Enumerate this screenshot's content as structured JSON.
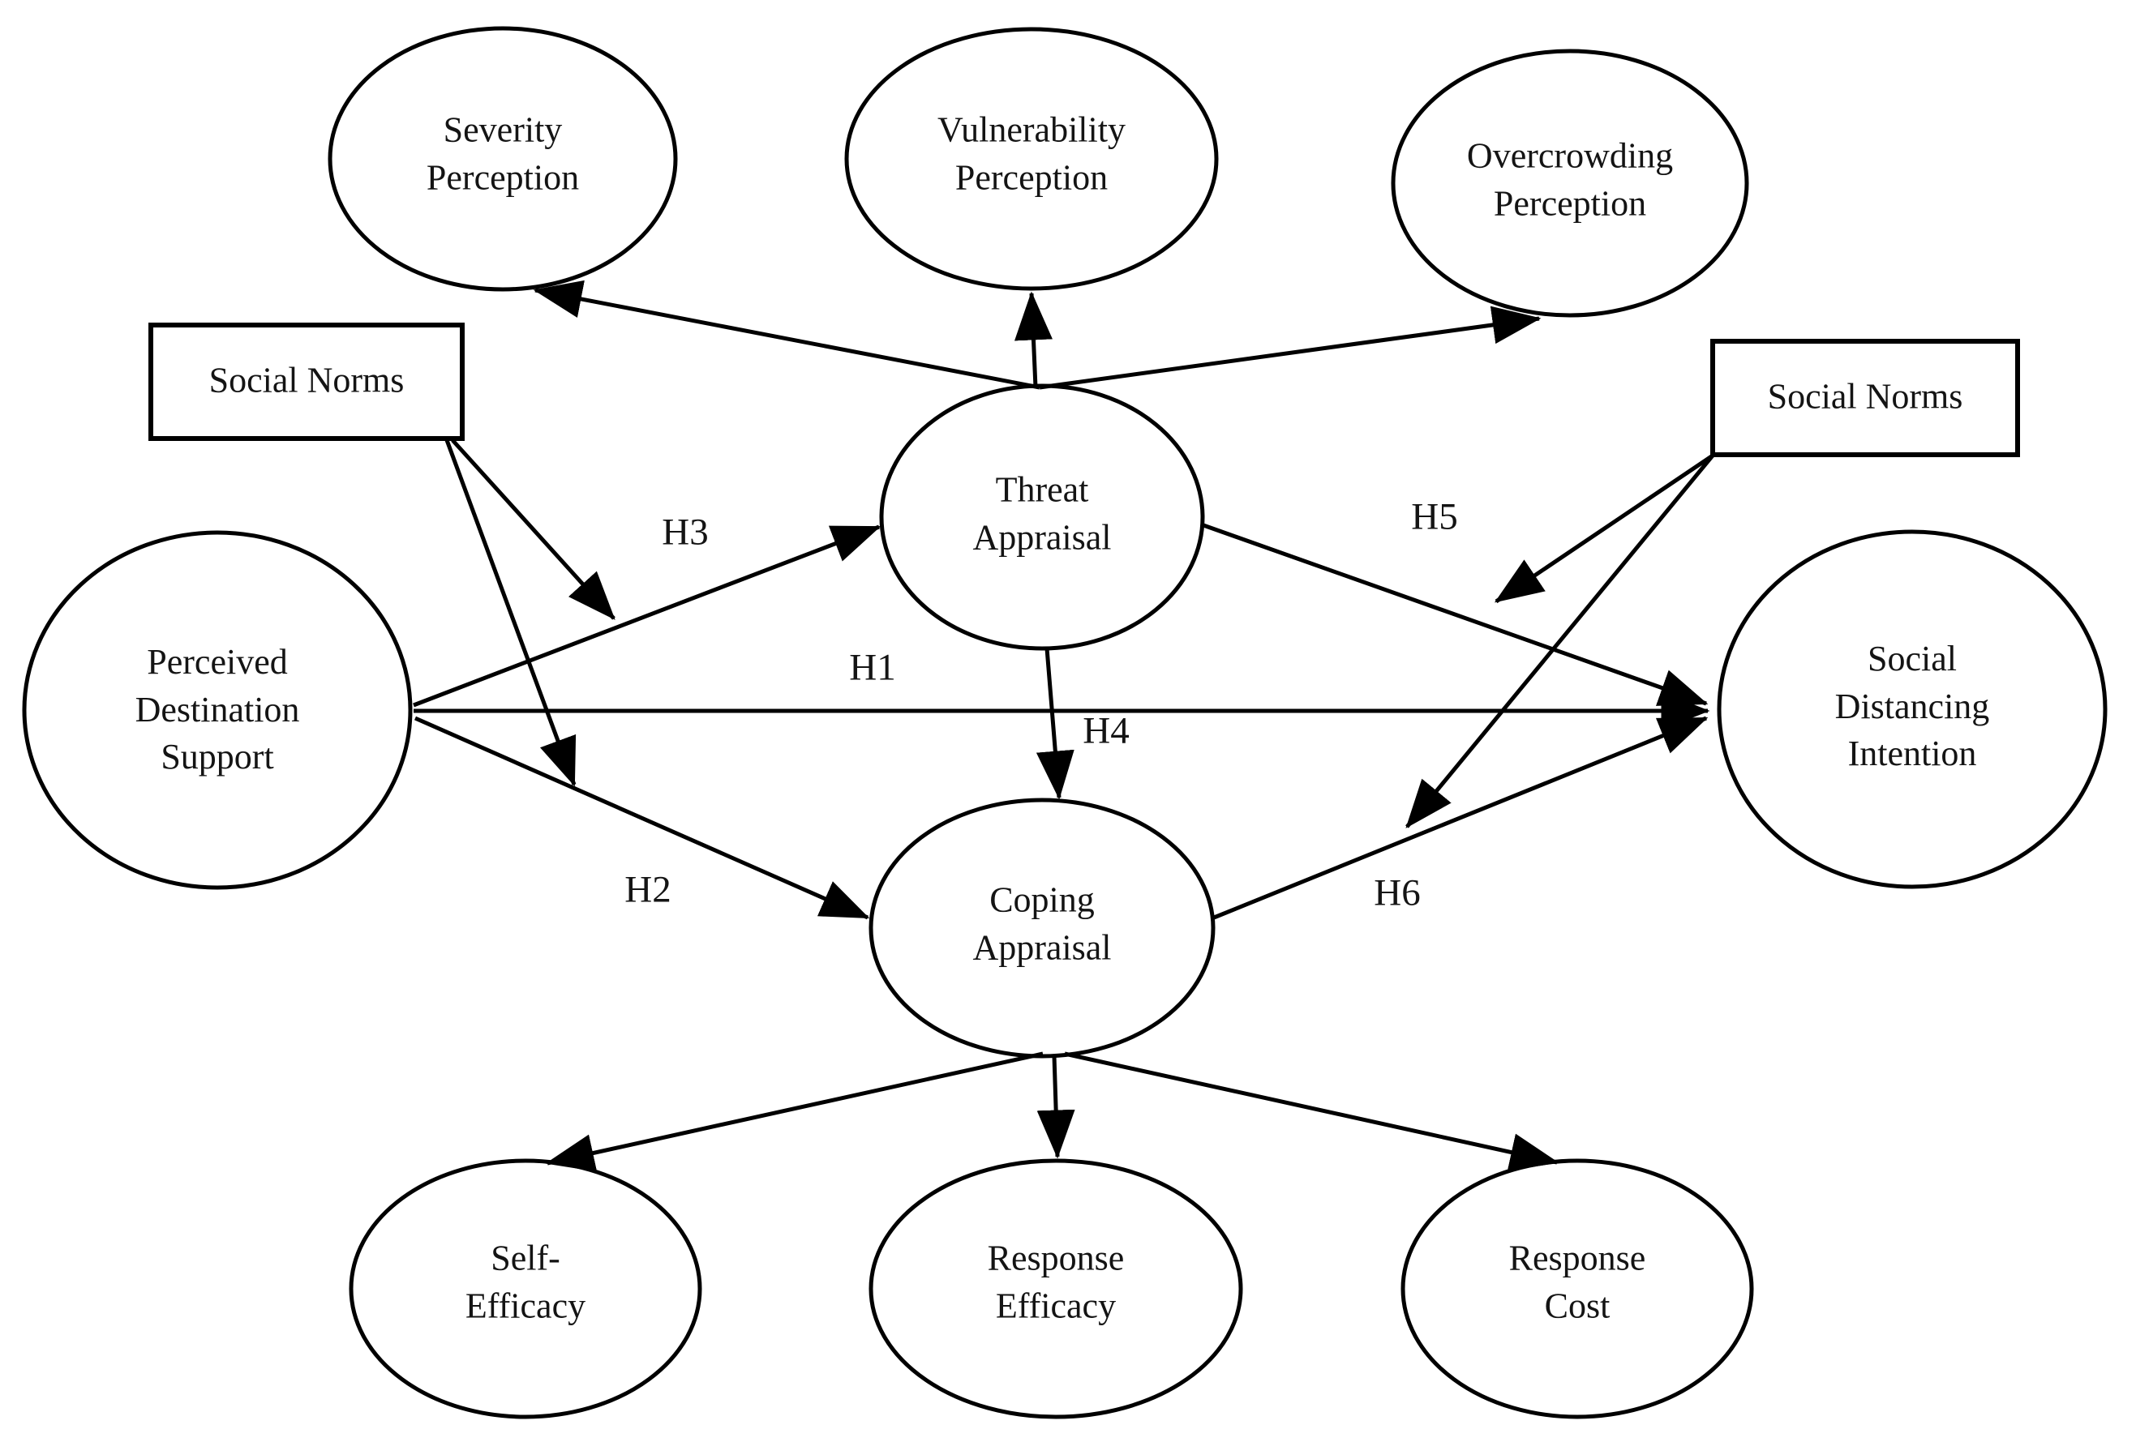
{
  "colors": {
    "background": "#ffffff",
    "line": "#000000",
    "text": "#141414"
  },
  "nodes": {
    "severity_perception": {
      "label": "Severity\nPerception",
      "shape": "ellipse"
    },
    "vulnerability_perception": {
      "label": "Vulnerability\nPerception",
      "shape": "ellipse"
    },
    "overcrowding_perception": {
      "label": "Overcrowding\nPerception",
      "shape": "ellipse"
    },
    "social_norms_left": {
      "label": "Social Norms",
      "shape": "rectangle"
    },
    "social_norms_right": {
      "label": "Social Norms",
      "shape": "rectangle"
    },
    "threat_appraisal": {
      "label": "Threat\nAppraisal",
      "shape": "ellipse"
    },
    "coping_appraisal": {
      "label": "Coping\nAppraisal",
      "shape": "ellipse"
    },
    "perceived_destination_support": {
      "label": "Perceived\nDestination\nSupport",
      "shape": "ellipse"
    },
    "social_distancing_intention": {
      "label": "Social\nDistancing\nIntention",
      "shape": "ellipse"
    },
    "self_efficacy": {
      "label": "Self-\nEfficacy",
      "shape": "ellipse"
    },
    "response_efficacy": {
      "label": "Response\nEfficacy",
      "shape": "ellipse"
    },
    "response_cost": {
      "label": "Response\nCost",
      "shape": "ellipse"
    }
  },
  "edges": {
    "h1": {
      "label": "H1",
      "from": "perceived_destination_support",
      "to": "social_distancing_intention"
    },
    "h2": {
      "label": "H2",
      "from": "perceived_destination_support",
      "to": "coping_appraisal"
    },
    "h3": {
      "label": "H3",
      "from": "perceived_destination_support",
      "to": "threat_appraisal"
    },
    "h4": {
      "label": "H4",
      "from": "threat_appraisal",
      "to": "coping_appraisal"
    },
    "h5": {
      "label": "H5",
      "from": "threat_appraisal",
      "to": "social_distancing_intention"
    },
    "h6": {
      "label": "H6",
      "from": "coping_appraisal",
      "to": "social_distancing_intention"
    },
    "threat_to_severity": {
      "from": "threat_appraisal",
      "to": "severity_perception"
    },
    "threat_to_vulnerability": {
      "from": "threat_appraisal",
      "to": "vulnerability_perception"
    },
    "threat_to_overcrowding": {
      "from": "threat_appraisal",
      "to": "overcrowding_perception"
    },
    "coping_to_self_efficacy": {
      "from": "coping_appraisal",
      "to": "self_efficacy"
    },
    "coping_to_response_efficacy": {
      "from": "coping_appraisal",
      "to": "response_efficacy"
    },
    "coping_to_response_cost": {
      "from": "coping_appraisal",
      "to": "response_cost"
    },
    "moderation_left_on_h3": {
      "from": "social_norms_left",
      "to": "h3"
    },
    "moderation_left_on_h2": {
      "from": "social_norms_left",
      "to": "h2"
    },
    "moderation_right_on_h5": {
      "from": "social_norms_right",
      "to": "h5"
    },
    "moderation_right_on_h6": {
      "from": "social_norms_right",
      "to": "h6"
    }
  }
}
